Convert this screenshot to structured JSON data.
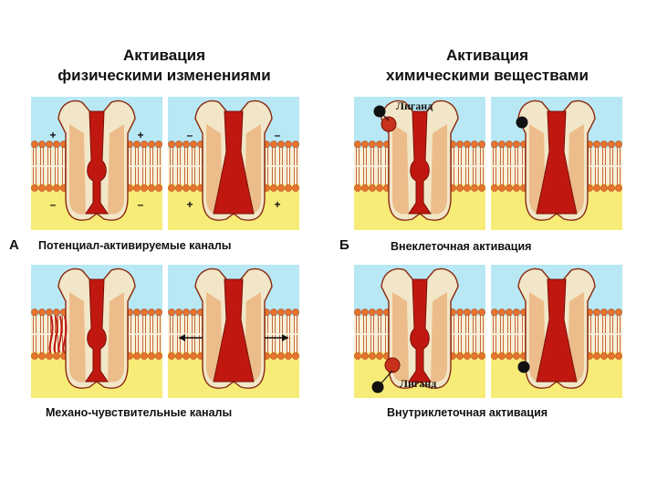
{
  "left": {
    "heading_line1": "Активация",
    "heading_line2": "физическими изменениями",
    "letter": "А",
    "top_caption": "Потенциал-активируемые каналы",
    "bottom_caption": "Механо-чувствительные каналы"
  },
  "right": {
    "heading_line1": "Активация",
    "heading_line2": "химическими веществами",
    "letter": "Б",
    "top_caption": "Внеклеточная активация",
    "bottom_caption": "Внутриклеточная активация",
    "ligand_label": "Лиганд"
  },
  "charges": {
    "plus": "+",
    "minus": "–"
  },
  "colors": {
    "extracellular": "#b8e8f4",
    "intracellular": "#f7ec78",
    "membrane_head": "#e6742c",
    "channel_body": "#f2e6c8",
    "channel_pore": "#c01810",
    "ligand": "#111111"
  }
}
